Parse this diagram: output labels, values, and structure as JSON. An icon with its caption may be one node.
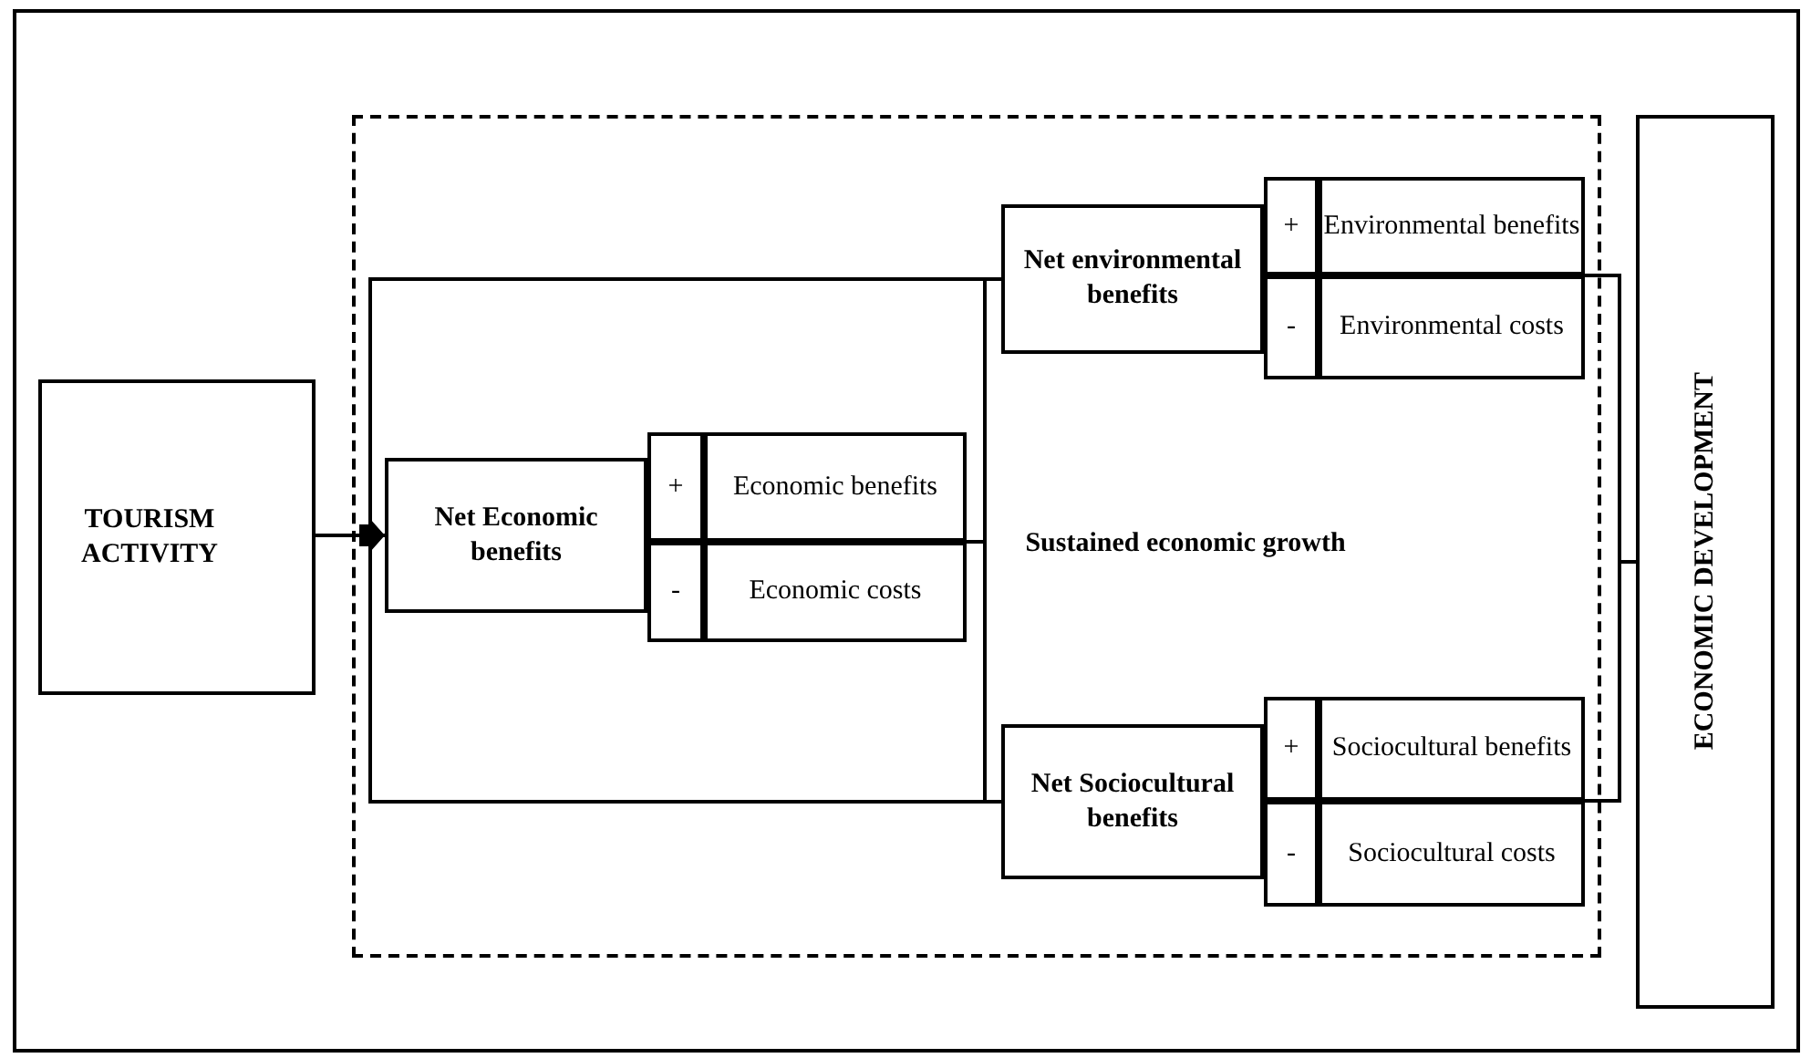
{
  "diagram": {
    "nodes": [
      {
        "text": [
          "TOURISM ACTIVITY"
        ]
      },
      {
        "text": [
          "Sustained economic growth"
        ]
      },
      {
        "text": [
          "Net Economic benefits"
        ],
        "in": 1
      },
      {
        "text": [
          "+"
        ],
        "in": 1
      },
      {
        "text": [
          "Economic benefits"
        ],
        "in": 1
      },
      {
        "text": [
          "-"
        ],
        "in": 1
      },
      {
        "text": [
          "Economic costs"
        ],
        "in": 1
      },
      {
        "text": [
          "Net environmental benefits"
        ],
        "in": 1
      },
      {
        "text": [
          "+"
        ],
        "in": 1
      },
      {
        "text": [
          "Environmental benefits"
        ],
        "in": 1
      },
      {
        "text": [
          "-"
        ],
        "in": 1
      },
      {
        "text": [
          "Environmental costs"
        ],
        "in": 1
      },
      {
        "text": [
          "Net Sociocultural benefits"
        ],
        "in": 1
      },
      {
        "text": [
          "+"
        ],
        "in": 1
      },
      {
        "text": [
          "Sociocultural benefits"
        ],
        "in": 1
      },
      {
        "text": [
          "-"
        ],
        "in": 1
      },
      {
        "text": [
          "Sociocultural costs"
        ],
        "in": 1
      },
      {
        "text": [
          "ECONOMIC DEVELOPMENT"
        ]
      }
    ],
    "edges": [
      {
        "from": 0,
        "to": 2,
        "arrow": "to"
      },
      {
        "from": 2,
        "to": 7,
        "arrow": "none"
      },
      {
        "from": 2,
        "to": 12,
        "arrow": "none"
      },
      {
        "from": 4,
        "to": 7,
        "arrow": "none"
      },
      {
        "from": 4,
        "to": 12,
        "arrow": "none"
      },
      {
        "from": 9,
        "to": 17,
        "arrow": "none"
      },
      {
        "from": 14,
        "to": 17,
        "arrow": "none"
      }
    ]
  }
}
